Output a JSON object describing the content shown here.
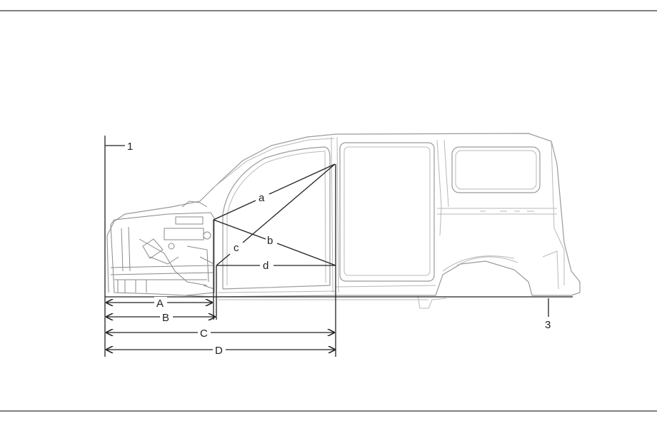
{
  "diagram": {
    "callouts": {
      "datum_front": "1",
      "ground_line": "3"
    },
    "diagonals": {
      "a": "a",
      "b": "b",
      "c": "c",
      "d": "d"
    },
    "dimensions": {
      "A": "A",
      "B": "B",
      "C": "C",
      "D": "D"
    },
    "colors": {
      "line": "#222222",
      "body": "#9a9a9a",
      "rule": "#555555"
    }
  }
}
